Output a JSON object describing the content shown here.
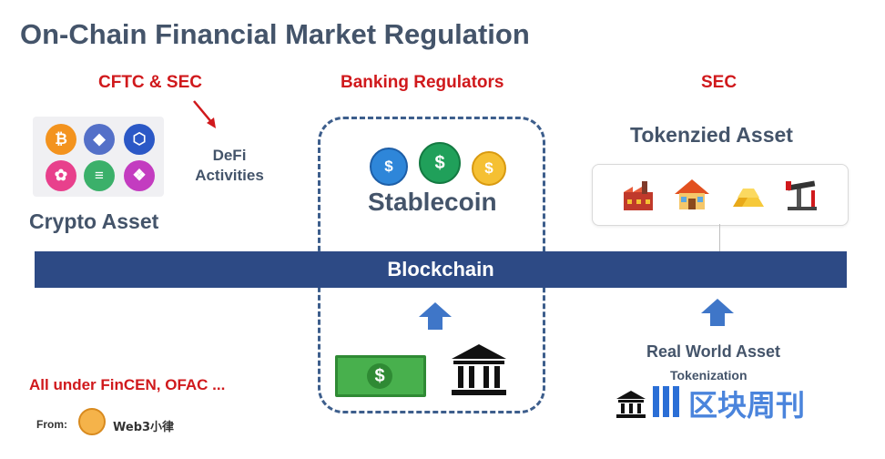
{
  "title": "On-Chain Financial Market Regulation",
  "regulators": {
    "left": "CFTC & SEC",
    "center": "Banking Regulators",
    "right": "SEC"
  },
  "defi": {
    "line1": "DeFi",
    "line2": "Activities"
  },
  "crypto_asset": "Crypto Asset",
  "crypto_icons": [
    "bitcoin-icon",
    "ethereum-icon",
    "chainlink-icon",
    "uniswap-icon",
    "token-icon",
    "polkadot-icon"
  ],
  "stablecoin": "Stablecoin",
  "tokenized_asset": "Tokenzied Asset",
  "asset_icons": [
    "factory-icon",
    "house-icon",
    "gold-icon",
    "oil-pump-icon"
  ],
  "blockchain": "Blockchain",
  "real_world_asset": "Real World Asset",
  "tokenization": "Tokenization",
  "footer": {
    "note": "All under FinCEN, OFAC ...",
    "from_label": "From:",
    "author": "Web3小律"
  },
  "watermark": "区块周刊",
  "colors": {
    "title": "#44546a",
    "regulator_red": "#d0191c",
    "blockchain_bar": "#2d4a85",
    "arrow_blue": "#3f76c8"
  }
}
